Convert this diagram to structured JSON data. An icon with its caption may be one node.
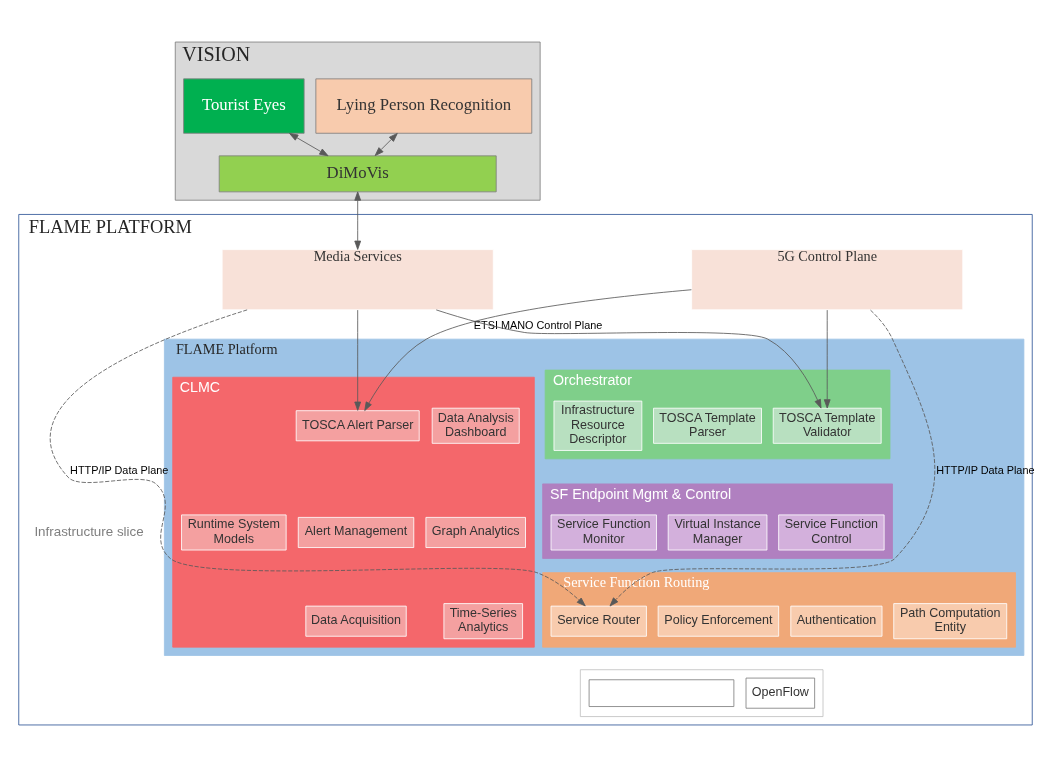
{
  "diagram": {
    "nodes": [
      {
        "text": [
          "VISION"
        ]
      },
      {
        "text": [
          "Lying Person Recognition"
        ],
        "in": 0
      },
      {
        "text": [
          "Tourist Eyes"
        ],
        "in": 0
      },
      {
        "text": [
          "DiMoVis"
        ],
        "in": 0
      },
      {
        "text": [
          "FLAME PLATFORM"
        ]
      },
      {
        "text": [
          "5G Control Plane"
        ],
        "in": 4
      },
      {
        "text": [
          "Media Services"
        ],
        "in": 4
      },
      {
        "text": [
          "FLAME Platform"
        ],
        "in": 4
      },
      {
        "text": [
          "CLMC"
        ],
        "in": 7
      },
      {
        "text": [
          "Data Analysis Dashboard"
        ],
        "in": 8
      },
      {
        "text": [
          "TOSCA Alert Parser"
        ],
        "in": 8
      },
      {
        "text": [
          "Runtime System Models"
        ],
        "in": 8
      },
      {
        "text": [
          "Graph Analytics"
        ],
        "in": 8
      },
      {
        "text": [
          "Alert Management"
        ],
        "in": 8
      },
      {
        "text": [
          "Time-Series Analytics"
        ],
        "in": 8
      },
      {
        "text": [
          "Data Acquisition"
        ],
        "in": 8
      },
      {
        "text": [
          "Orchestrator"
        ],
        "in": 7
      },
      {
        "text": [
          "TOSCA Template Validator"
        ],
        "in": 16
      },
      {
        "text": [
          "TOSCA Template Parser"
        ],
        "in": 16
      },
      {
        "text": [
          "Infrastructure Resource Descriptor"
        ],
        "in": 16
      },
      {
        "text": [
          "SF Endpoint Mgmt & Control"
        ],
        "in": 7
      },
      {
        "text": [
          "Service Function Control"
        ],
        "in": 20
      },
      {
        "text": [
          "Virtual Instance Manager"
        ],
        "in": 20
      },
      {
        "text": [
          "Service Function Monitor"
        ],
        "in": 20
      },
      {
        "text": [
          "Service Function Routing"
        ],
        "in": 7
      },
      {
        "text": [
          "Path Computation Entity"
        ],
        "in": 24
      },
      {
        "text": [
          "Authentication"
        ],
        "in": 24
      },
      {
        "text": [
          "Policy Enforcement"
        ],
        "in": 24
      },
      {
        "text": [
          "Service Router"
        ],
        "in": 24
      },
      {
        "text": [],
        "shape": "box",
        "in": 4
      },
      {
        "text": [],
        "shape": "box",
        "in": 29
      },
      {
        "text": [
          "OpenFlow"
        ],
        "in": 29
      }
    ],
    "edges": [
      {
        "from": 1,
        "to": 3,
        "arrow": "both"
      },
      {
        "from": 2,
        "to": 3,
        "arrow": "both"
      },
      {
        "from": 3,
        "to": 6,
        "arrow": "both"
      },
      {
        "from": 5,
        "to": 10,
        "arrow": "to",
        "label": "ETSI MANO Control Plane"
      },
      {
        "from": 5,
        "to": 17,
        "arrow": "to"
      },
      {
        "from": 6,
        "to": 10,
        "arrow": "to"
      },
      {
        "from": 6,
        "to": 17,
        "arrow": "to"
      },
      {
        "from": 5,
        "to": 28,
        "arrow": "to",
        "style": "dashed",
        "label": "HTTP/IP Data Plane"
      },
      {
        "from": 6,
        "to": 28,
        "arrow": "to",
        "style": "dashed",
        "label": "HTTP/IP Data Plane"
      }
    ],
    "labels": [
      "Infrastructure slice"
    ]
  }
}
